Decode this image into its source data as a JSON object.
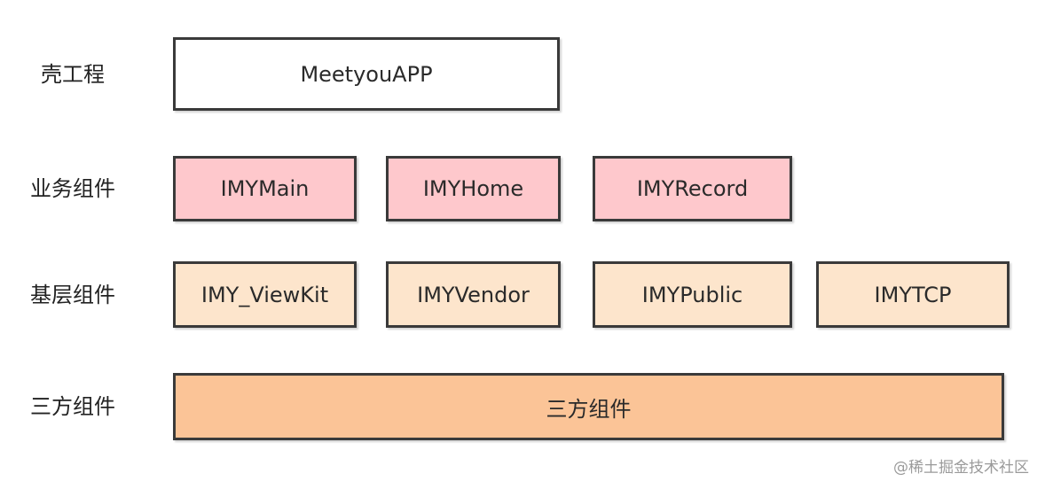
{
  "rows": [
    {
      "label": "壳工程",
      "boxes": [
        "MeetyouAPP"
      ]
    },
    {
      "label": "业务组件",
      "boxes": [
        "IMYMain",
        "IMYHome",
        "IMYRecord"
      ]
    },
    {
      "label": "基层组件",
      "boxes": [
        "IMY_ViewKit",
        "IMYVendor",
        "IMYPublic",
        "IMYTCP"
      ]
    },
    {
      "label": "三方组件",
      "boxes": [
        "三方组件"
      ]
    }
  ],
  "colors": {
    "shell": "#ffffff",
    "business": "#fec8cc",
    "base": "#fde5cc",
    "third_party": "#fbc497",
    "border": "#3a3a3a"
  },
  "watermark": "@稀土掘金技术社区"
}
